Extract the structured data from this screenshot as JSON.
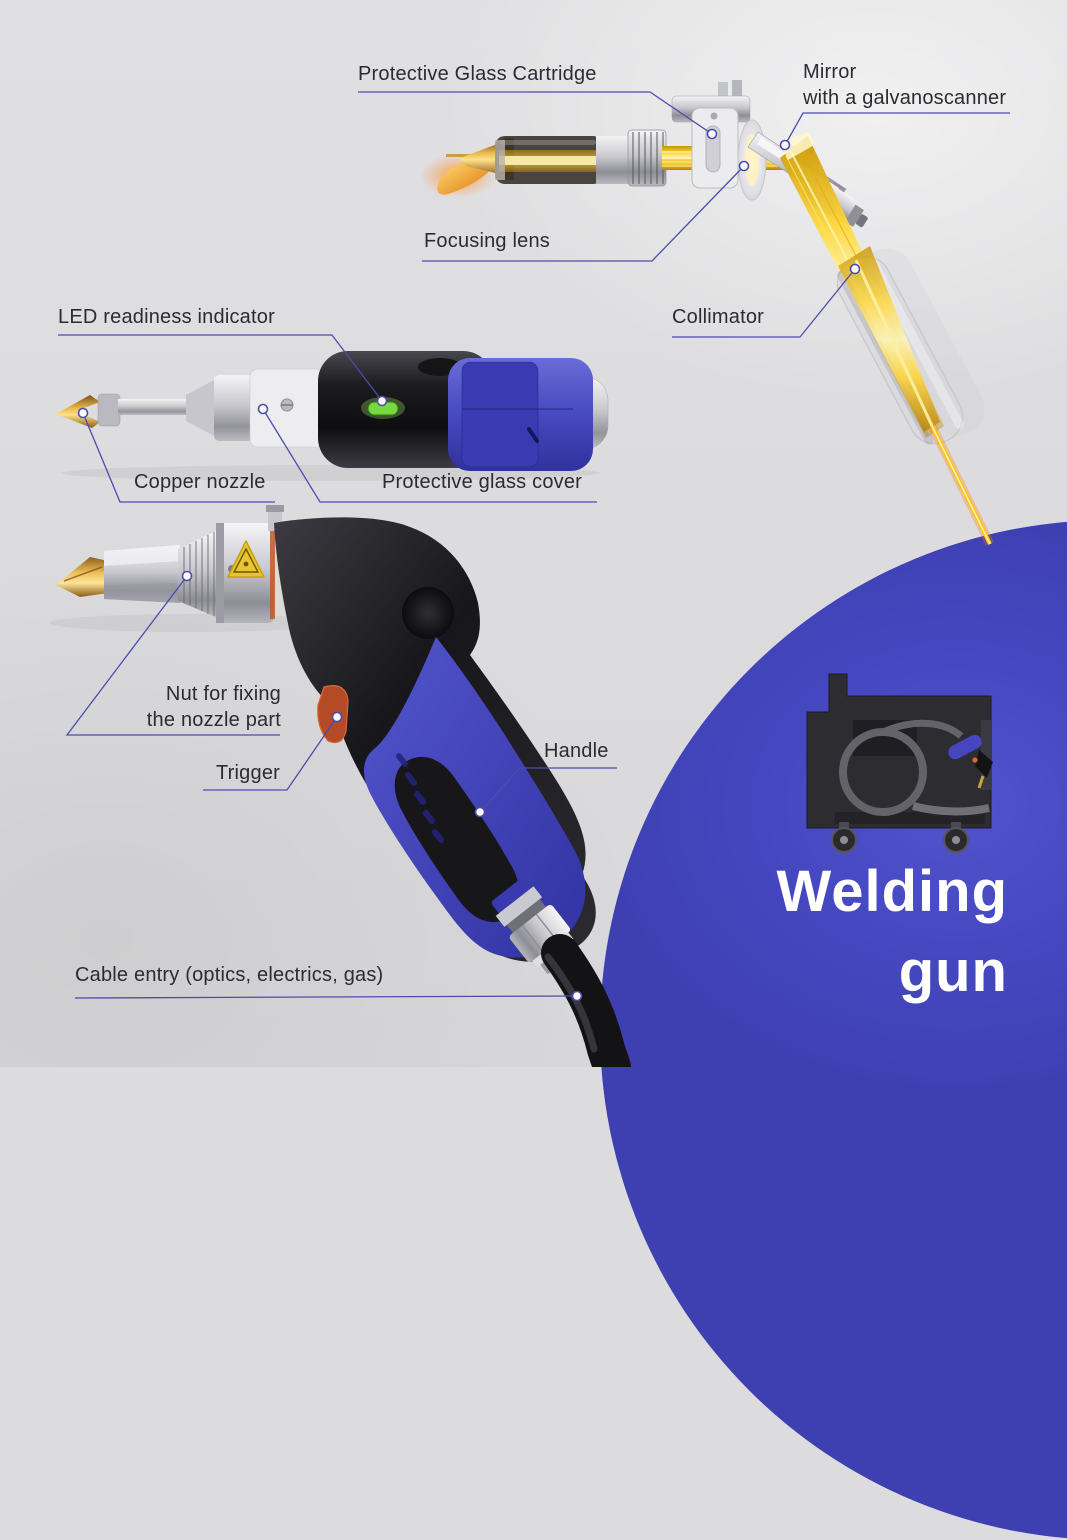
{
  "title": {
    "line1": "Welding",
    "line2": "gun"
  },
  "labels": [
    {
      "id": "protective-glass-cartridge",
      "text": "Protective Glass Cartridge"
    },
    {
      "id": "mirror-with-a-galvanoscanner",
      "text": "Mirror\nwith a galvanoscanner"
    },
    {
      "id": "focusing-lens",
      "text": "Focusing lens"
    },
    {
      "id": "collimator",
      "text": "Collimator"
    },
    {
      "id": "led-readiness-indicator",
      "text": "LED readiness indicator"
    },
    {
      "id": "copper-nozzle",
      "text": "Copper nozzle"
    },
    {
      "id": "protective-glass-cover",
      "text": "Protective glass cover"
    },
    {
      "id": "nut-for-fixing-the-nozzle-part",
      "text": "Nut for fixing\nthe nozzle part"
    },
    {
      "id": "trigger",
      "text": "Trigger"
    },
    {
      "id": "handle",
      "text": "Handle"
    },
    {
      "id": "cable-entry",
      "text": "Cable entry (optics, electrics, gas)"
    }
  ],
  "colors": {
    "background": "#dcdcde",
    "accent_blue": "#4547c0",
    "leader_line": "#4c4cae",
    "label_text": "#2b2b33",
    "title_text": "#ffffff",
    "beam_gold": "#ffd83e",
    "flame_orange": "#ff7a1a",
    "led_green": "#77d93f",
    "gun_blue": "#4244bc",
    "trigger_orange": "#b44a26"
  }
}
